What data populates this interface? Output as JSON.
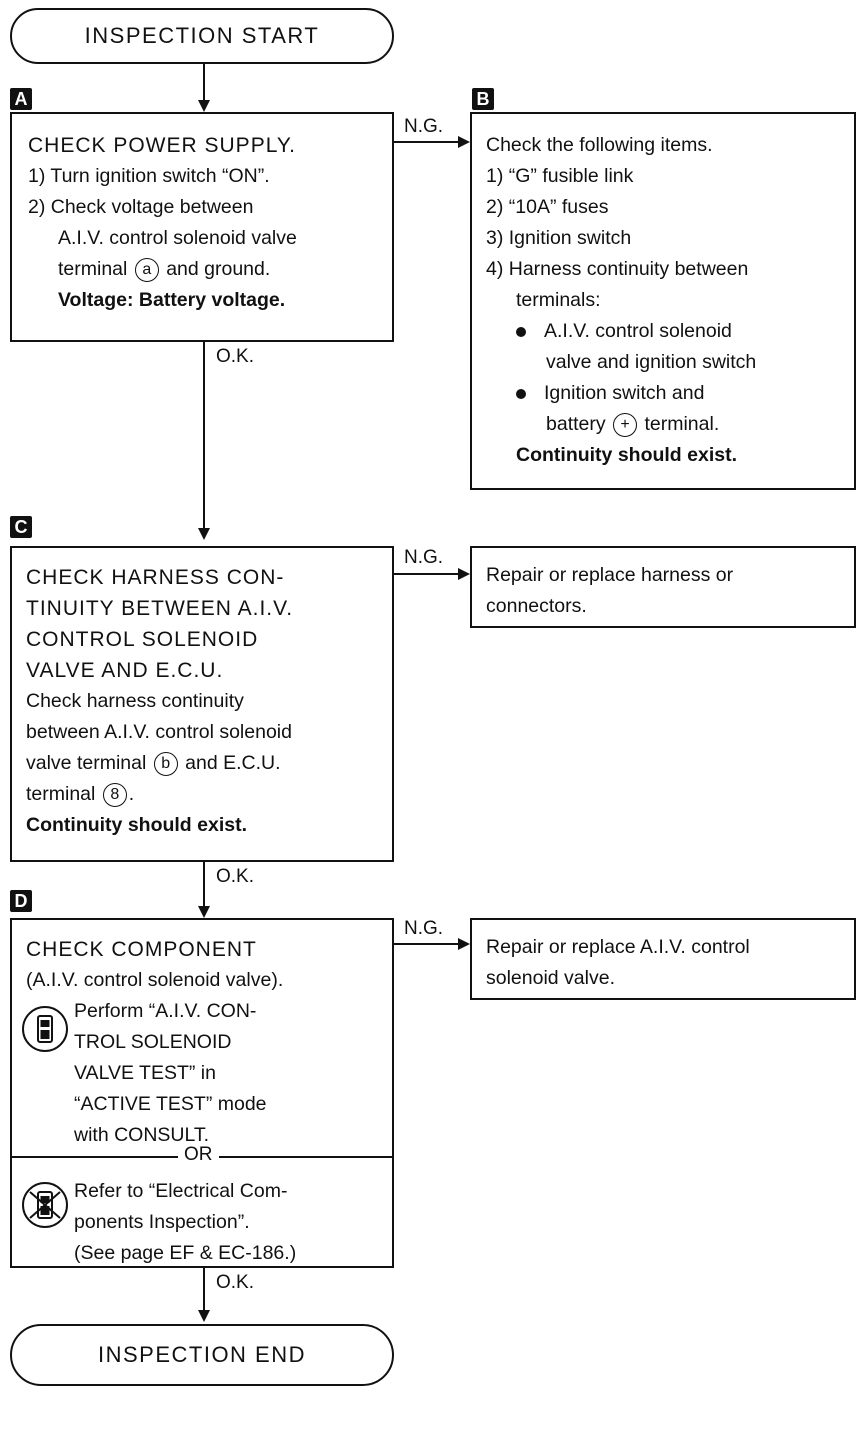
{
  "start": "INSPECTION START",
  "end": "INSPECTION END",
  "labels": {
    "ng": "N.G.",
    "ok": "O.K.",
    "or": "OR"
  },
  "A": {
    "tag": "A",
    "lines": [
      "CHECK POWER SUPPLY.",
      "1) Turn ignition switch “ON”.",
      "2) Check voltage between",
      "A.I.V. control solenoid valve",
      "terminal",
      "and ground.",
      "Voltage: Battery voltage."
    ],
    "terminal_mark": "a"
  },
  "B": {
    "tag": "B",
    "lines": [
      "Check the following items.",
      "1) “G” fusible link",
      "2) “10A” fuses",
      "3) Ignition switch",
      "4) Harness continuity between",
      "terminals:",
      "A.I.V. control solenoid",
      "valve and ignition switch",
      "Ignition switch and",
      "battery",
      "terminal.",
      "Continuity should exist."
    ],
    "plus_mark": "+"
  },
  "C": {
    "tag": "C",
    "lines": [
      "CHECK HARNESS CON-",
      "TINUITY BETWEEN A.I.V.",
      "CONTROL SOLENOID",
      "VALVE AND E.C.U.",
      "Check harness continuity",
      "between A.I.V. control solenoid",
      "valve terminal",
      "and E.C.U.",
      "terminal",
      ".",
      "Continuity should exist."
    ],
    "mark_b": "b",
    "mark_8": "8",
    "result": "Repair or replace harness or connectors.",
    "result_lines": [
      "Repair or replace harness or",
      "connectors."
    ]
  },
  "D": {
    "tag": "D",
    "lines": [
      "CHECK COMPONENT",
      "(A.I.V. control solenoid valve).",
      "Perform “A.I.V. CON-",
      "TROL SOLENOID",
      "VALVE TEST” in",
      "“ACTIVE TEST” mode",
      "with CONSULT."
    ],
    "alt_lines": [
      "Refer to “Electrical Com-",
      "ponents Inspection”.",
      "(See page EF & EC-186.)"
    ],
    "result_lines": [
      "Repair or replace A.I.V. control",
      "solenoid valve."
    ]
  },
  "icons": [
    "consult-icon",
    "no-consult-icon"
  ]
}
